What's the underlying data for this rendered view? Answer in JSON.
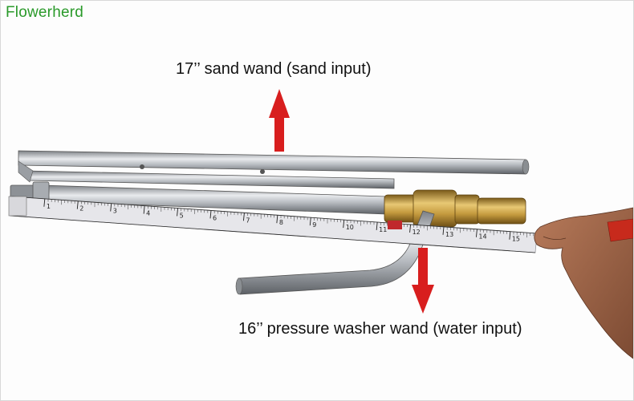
{
  "watermark": {
    "text": "Flowerherd",
    "color": "#2a9a2a"
  },
  "annotations": {
    "top": {
      "text": "17’’ sand wand (sand input)"
    },
    "bottom": {
      "text": "16’’ pressure washer wand (water input)"
    }
  },
  "arrows": {
    "color": "#d81e1e"
  },
  "tape_measure": {
    "ticks": [
      "1",
      "2",
      "3",
      "4",
      "5",
      "6",
      "7",
      "8",
      "9",
      "10",
      "11",
      "12",
      "13",
      "14",
      "15"
    ],
    "tape_color": "#e6e6ea",
    "marker_color": "#c0282c"
  },
  "materials": {
    "steel": "#b9bcc0",
    "brass": "#c7a24a"
  }
}
